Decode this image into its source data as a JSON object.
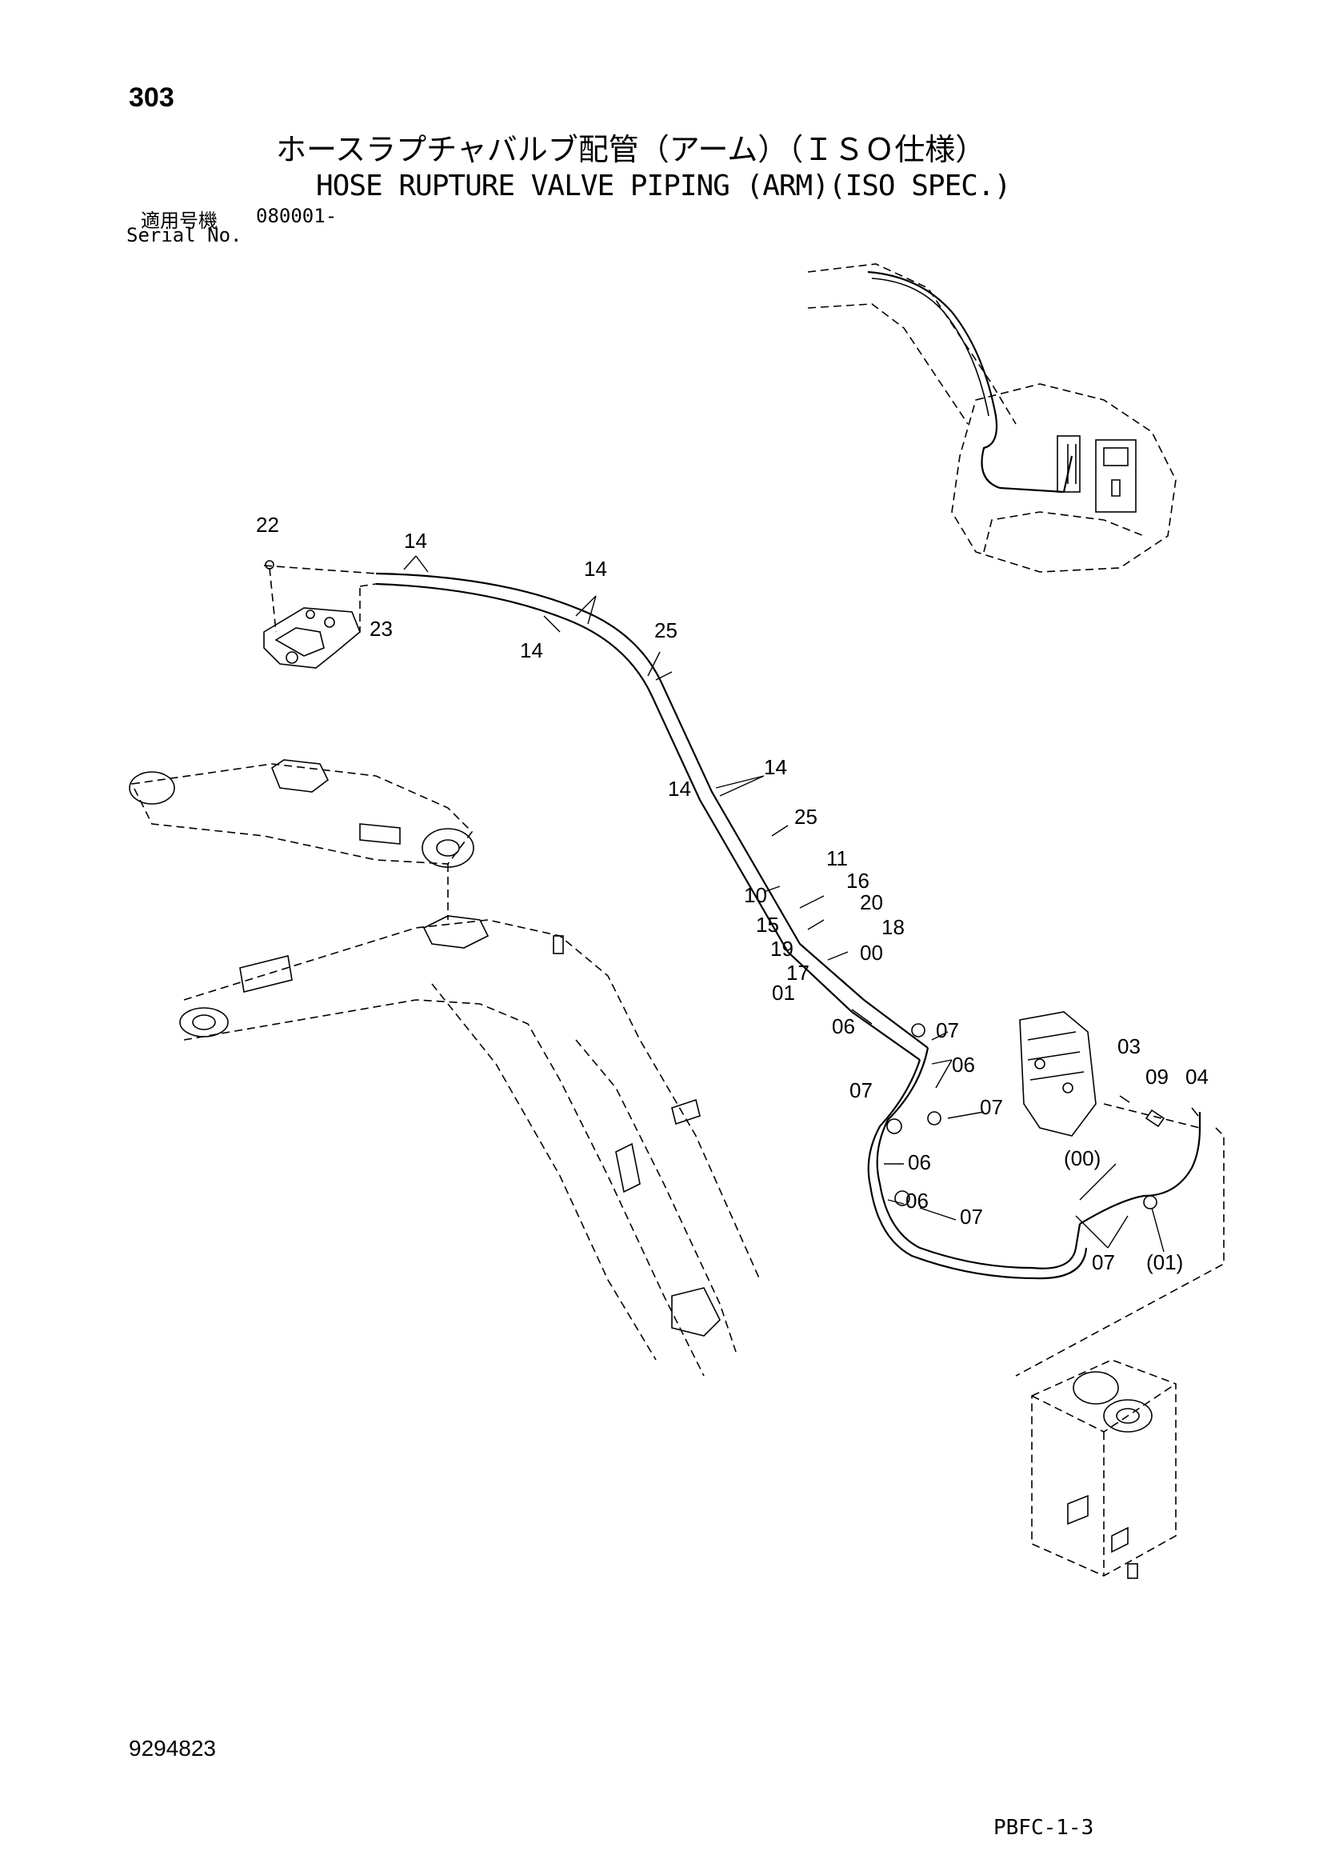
{
  "header": {
    "page_number": "303",
    "title_jp": "ホースラプチャバルブ配管（アーム）（ＩＳＯ仕様）",
    "title_en": "HOSE RUPTURE VALVE PIPING (ARM)(ISO SPEC.)",
    "serial_label_jp": "適用号機",
    "serial_label_en": "Serial No.",
    "serial_value": "080001-"
  },
  "callouts": [
    "22",
    "14",
    "14",
    "23",
    "14",
    "14",
    "25",
    "14",
    "14",
    "25",
    "11",
    "10",
    "16",
    "20",
    "15",
    "18",
    "19",
    "00",
    "17",
    "01",
    "06",
    "07",
    "06",
    "03",
    "09",
    "04",
    "07",
    "07",
    "(00)",
    "06",
    "06",
    "07",
    "07",
    "(01)"
  ],
  "footer": {
    "doc_number": "9294823",
    "page_code": "PBFC-1-3"
  }
}
